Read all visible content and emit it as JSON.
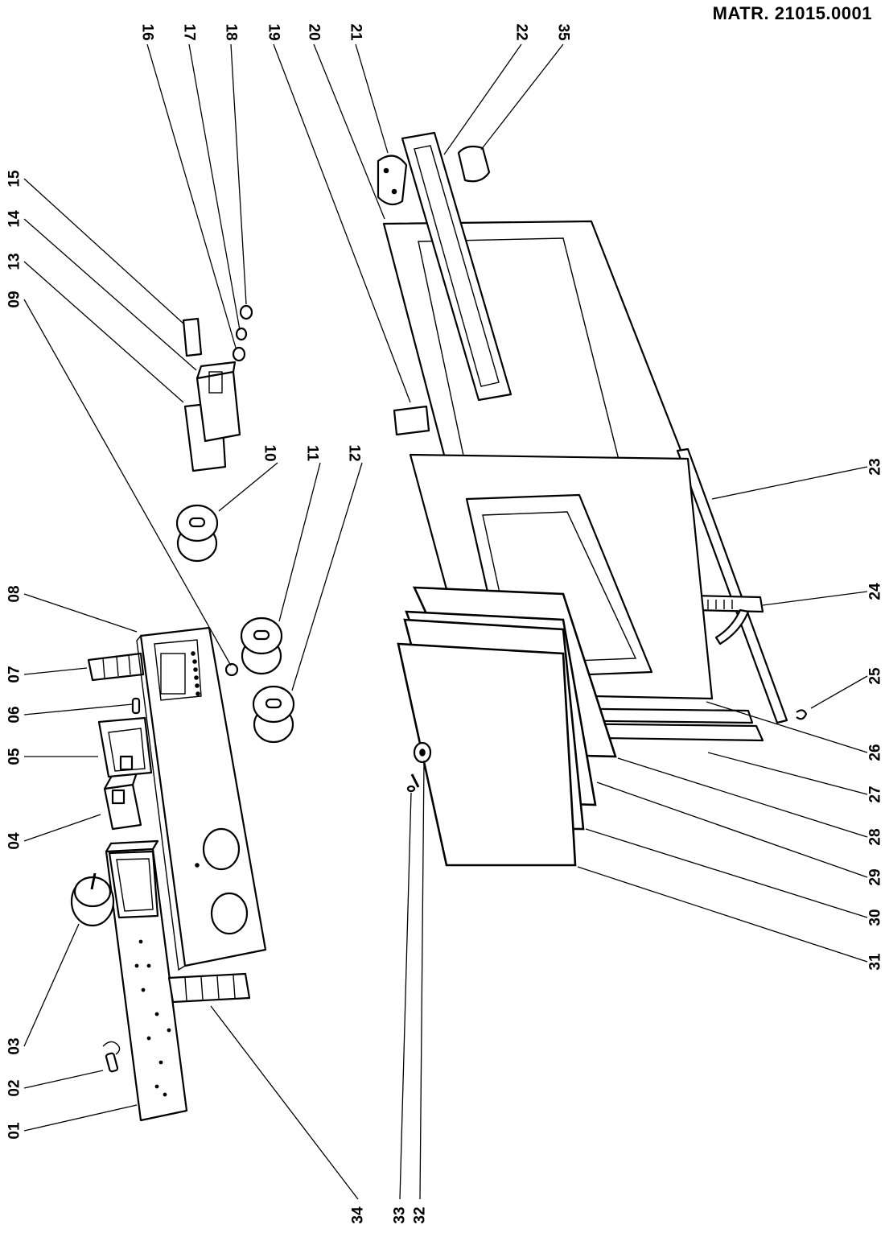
{
  "header": {
    "matr": "MATR. 21015.0001"
  },
  "labels": {
    "p01": "01",
    "p02": "02",
    "p03": "03",
    "p04": "04",
    "p05": "05",
    "p06": "06",
    "p07": "07",
    "p08": "08",
    "p09": "09",
    "p10": "10",
    "p11": "11",
    "p12": "12",
    "p13": "13",
    "p14": "14",
    "p15": "15",
    "p16": "16",
    "p17": "17",
    "p18": "18",
    "p19": "19",
    "p20": "20",
    "p21": "21",
    "p22": "22",
    "p23": "23",
    "p24": "24",
    "p25": "25",
    "p26": "26",
    "p27": "27",
    "p28": "28",
    "p29": "29",
    "p30": "30",
    "p31": "31",
    "p32": "32",
    "p33": "33",
    "p34": "34",
    "p35": "35"
  }
}
